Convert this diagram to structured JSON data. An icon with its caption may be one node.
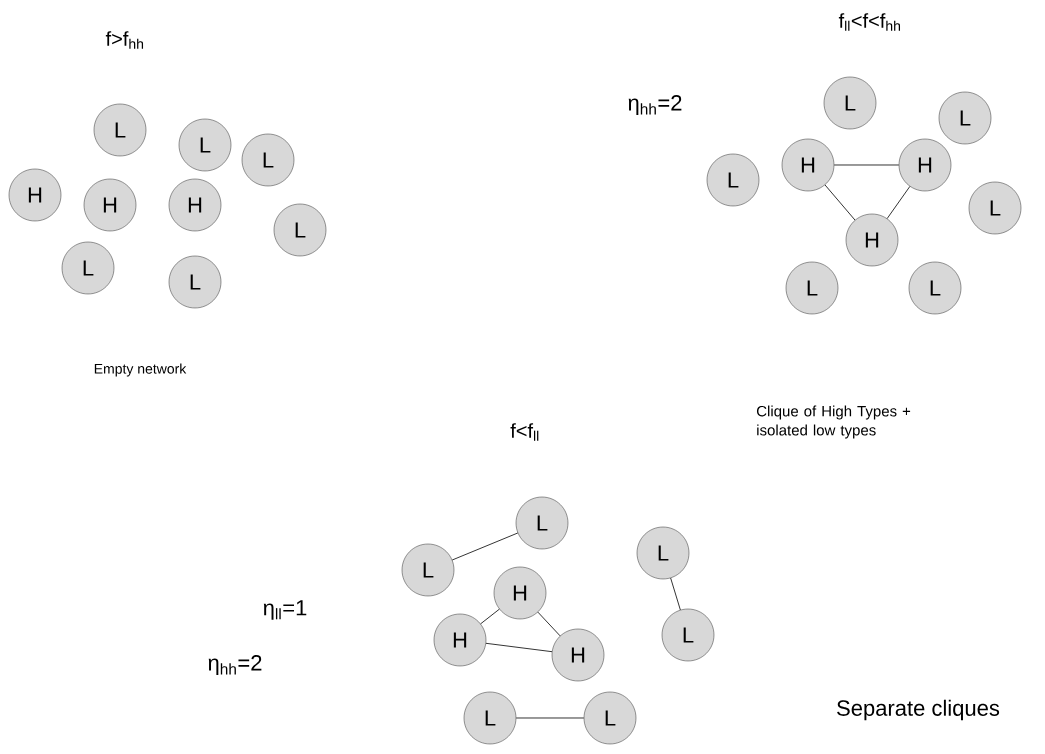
{
  "diagram": {
    "nodes": [
      {
        "text": [
          "L"
        ]
      },
      {
        "text": [
          "L"
        ]
      },
      {
        "text": [
          "L"
        ]
      },
      {
        "text": [
          "H"
        ]
      },
      {
        "text": [
          "H"
        ]
      },
      {
        "text": [
          "H"
        ]
      },
      {
        "text": [
          "L"
        ]
      },
      {
        "text": [
          "L"
        ]
      },
      {
        "text": [
          "L"
        ]
      },
      {
        "text": [
          "L"
        ]
      },
      {
        "text": [
          "L"
        ]
      },
      {
        "text": [
          "L"
        ]
      },
      {
        "text": [
          "H"
        ]
      },
      {
        "text": [
          "H"
        ]
      },
      {
        "text": [
          "L"
        ]
      },
      {
        "text": [
          "H"
        ]
      },
      {
        "text": [
          "L"
        ]
      },
      {
        "text": [
          "L"
        ]
      },
      {
        "text": [
          "L"
        ]
      },
      {
        "text": [
          "L"
        ]
      },
      {
        "text": [
          "H"
        ]
      },
      {
        "text": [
          "L"
        ]
      },
      {
        "text": [
          "H"
        ]
      },
      {
        "text": [
          "H"
        ]
      },
      {
        "text": [
          "L"
        ]
      },
      {
        "text": [
          "L"
        ]
      },
      {
        "text": [
          "L"
        ]
      }
    ],
    "edges": [
      {
        "from": 12,
        "to": 13,
        "arrow": "none"
      },
      {
        "from": 12,
        "to": 15,
        "arrow": "none"
      },
      {
        "from": 13,
        "to": 15,
        "arrow": "none"
      },
      {
        "from": 19,
        "to": 18,
        "arrow": "none"
      },
      {
        "from": 20,
        "to": 22,
        "arrow": "none"
      },
      {
        "from": 20,
        "to": 23,
        "arrow": "none"
      },
      {
        "from": 22,
        "to": 23,
        "arrow": "none"
      },
      {
        "from": 21,
        "to": 24,
        "arrow": "none"
      },
      {
        "from": 25,
        "to": 26,
        "arrow": "none"
      }
    ],
    "labels": [
      "f>f$_{hh}$",
      "f$_{ll}$<f<f$_{hh}$",
      "η$_{hh}$=2",
      "Empty  network",
      "Clique of High Types + isolated low types",
      "f<f$_{ll}$",
      "η$_{ll}$=1",
      "η$_{hh}$=2",
      "Separate cliques"
    ]
  }
}
